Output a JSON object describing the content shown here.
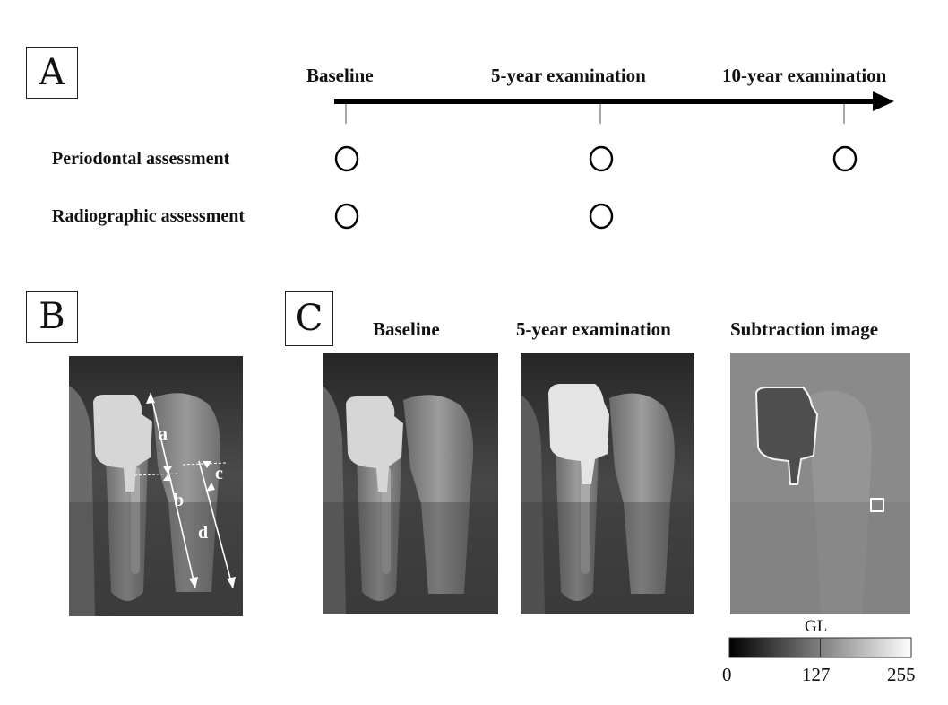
{
  "panel_labels": {
    "a": "A",
    "b": "B",
    "c": "C"
  },
  "timeline": {
    "stages": [
      "Baseline",
      "5-year examination",
      "10-year examination"
    ],
    "rows": [
      {
        "label": "Periodontal assessment",
        "marks": [
          true,
          true,
          true
        ]
      },
      {
        "label": "Radiographic assessment",
        "marks": [
          true,
          true,
          false
        ]
      }
    ]
  },
  "measurements": {
    "labels": [
      "a",
      "b",
      "c",
      "d"
    ]
  },
  "images": {
    "titles": [
      "Baseline",
      "5-year examination",
      "Subtraction image"
    ]
  },
  "colorbar": {
    "label": "GL",
    "ticks": [
      "0",
      "127",
      "255"
    ]
  },
  "colors": {
    "ink": "#111111",
    "radiograph_dark": "#1e1e1e",
    "restoration": "#dcdcdc",
    "subtraction_gray": "#8a8a8a"
  }
}
